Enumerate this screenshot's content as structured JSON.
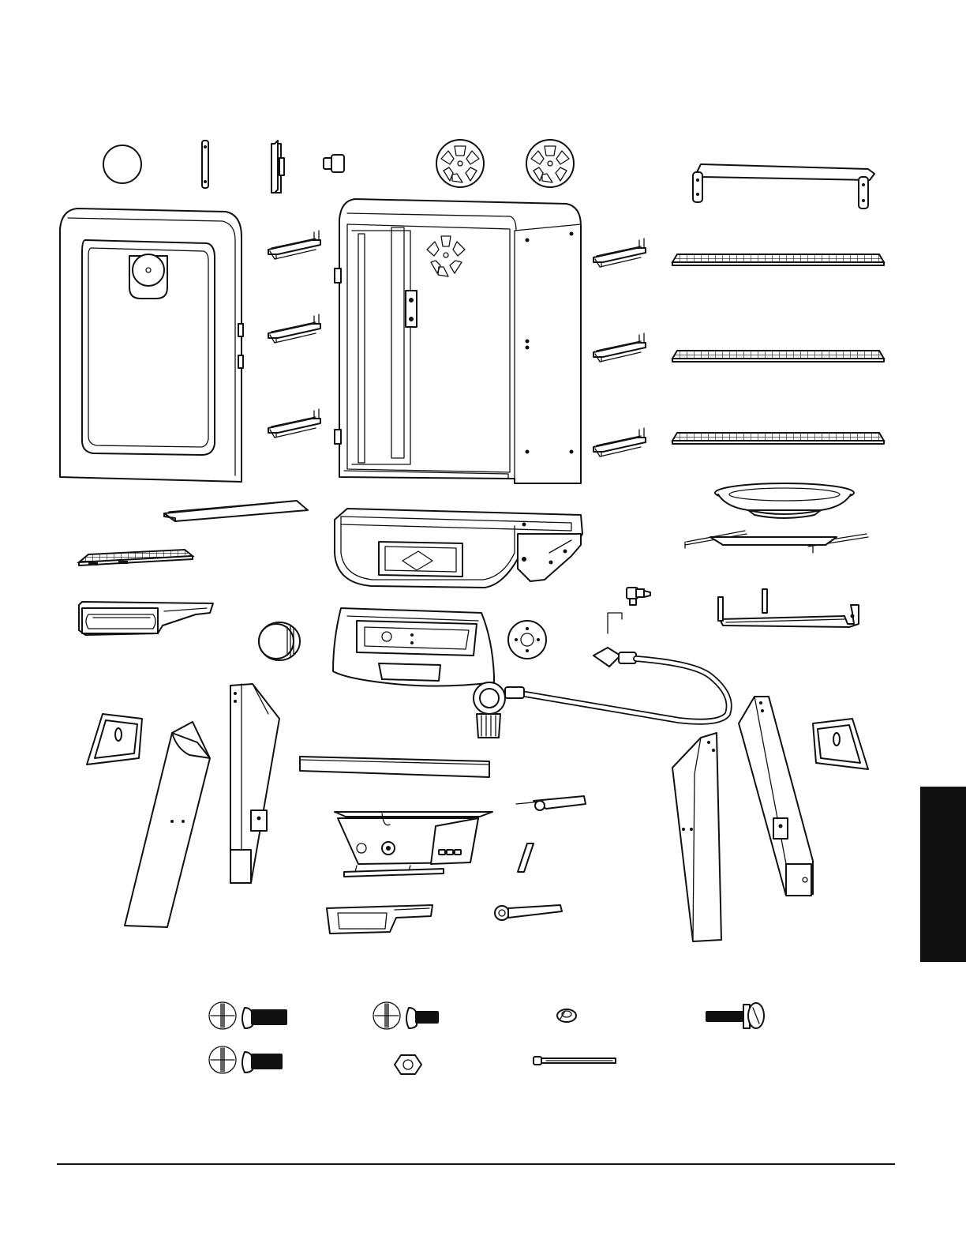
{
  "diagram": {
    "type": "exploded-parts-view",
    "line_color": "#111111",
    "background": "#ffffff",
    "section_tab_color": "#111111",
    "part_names": [
      "door-gasket-ring",
      "door-hinge",
      "door-latch",
      "latch-knob",
      "smoke-damper-disc-left",
      "smoke-damper-disc-right",
      "top-handle",
      "smoker-door",
      "rack-support-left",
      "smoker-body",
      "rack-support-right",
      "cooking-grate",
      "rear-bracket",
      "heat-shield",
      "ash-drawer",
      "firebox",
      "water-pan",
      "water-pan-support",
      "control-knob",
      "control-panel",
      "knob-bezel",
      "valve-fitting",
      "pan-bracket",
      "gas-hose-regulator",
      "side-handle",
      "front-leg-left",
      "rear-leg-left",
      "cross-brace",
      "burner-box",
      "igniter-electrode",
      "igniter-wire-clip",
      "wood-chip-tray",
      "burner-tube",
      "rear-leg-right",
      "front-leg-right"
    ],
    "hardware_names": [
      "long-bolt",
      "short-bolt",
      "lock-washer",
      "shoulder-screw",
      "medium-bolt",
      "hex-nut",
      "cable-tie"
    ]
  }
}
